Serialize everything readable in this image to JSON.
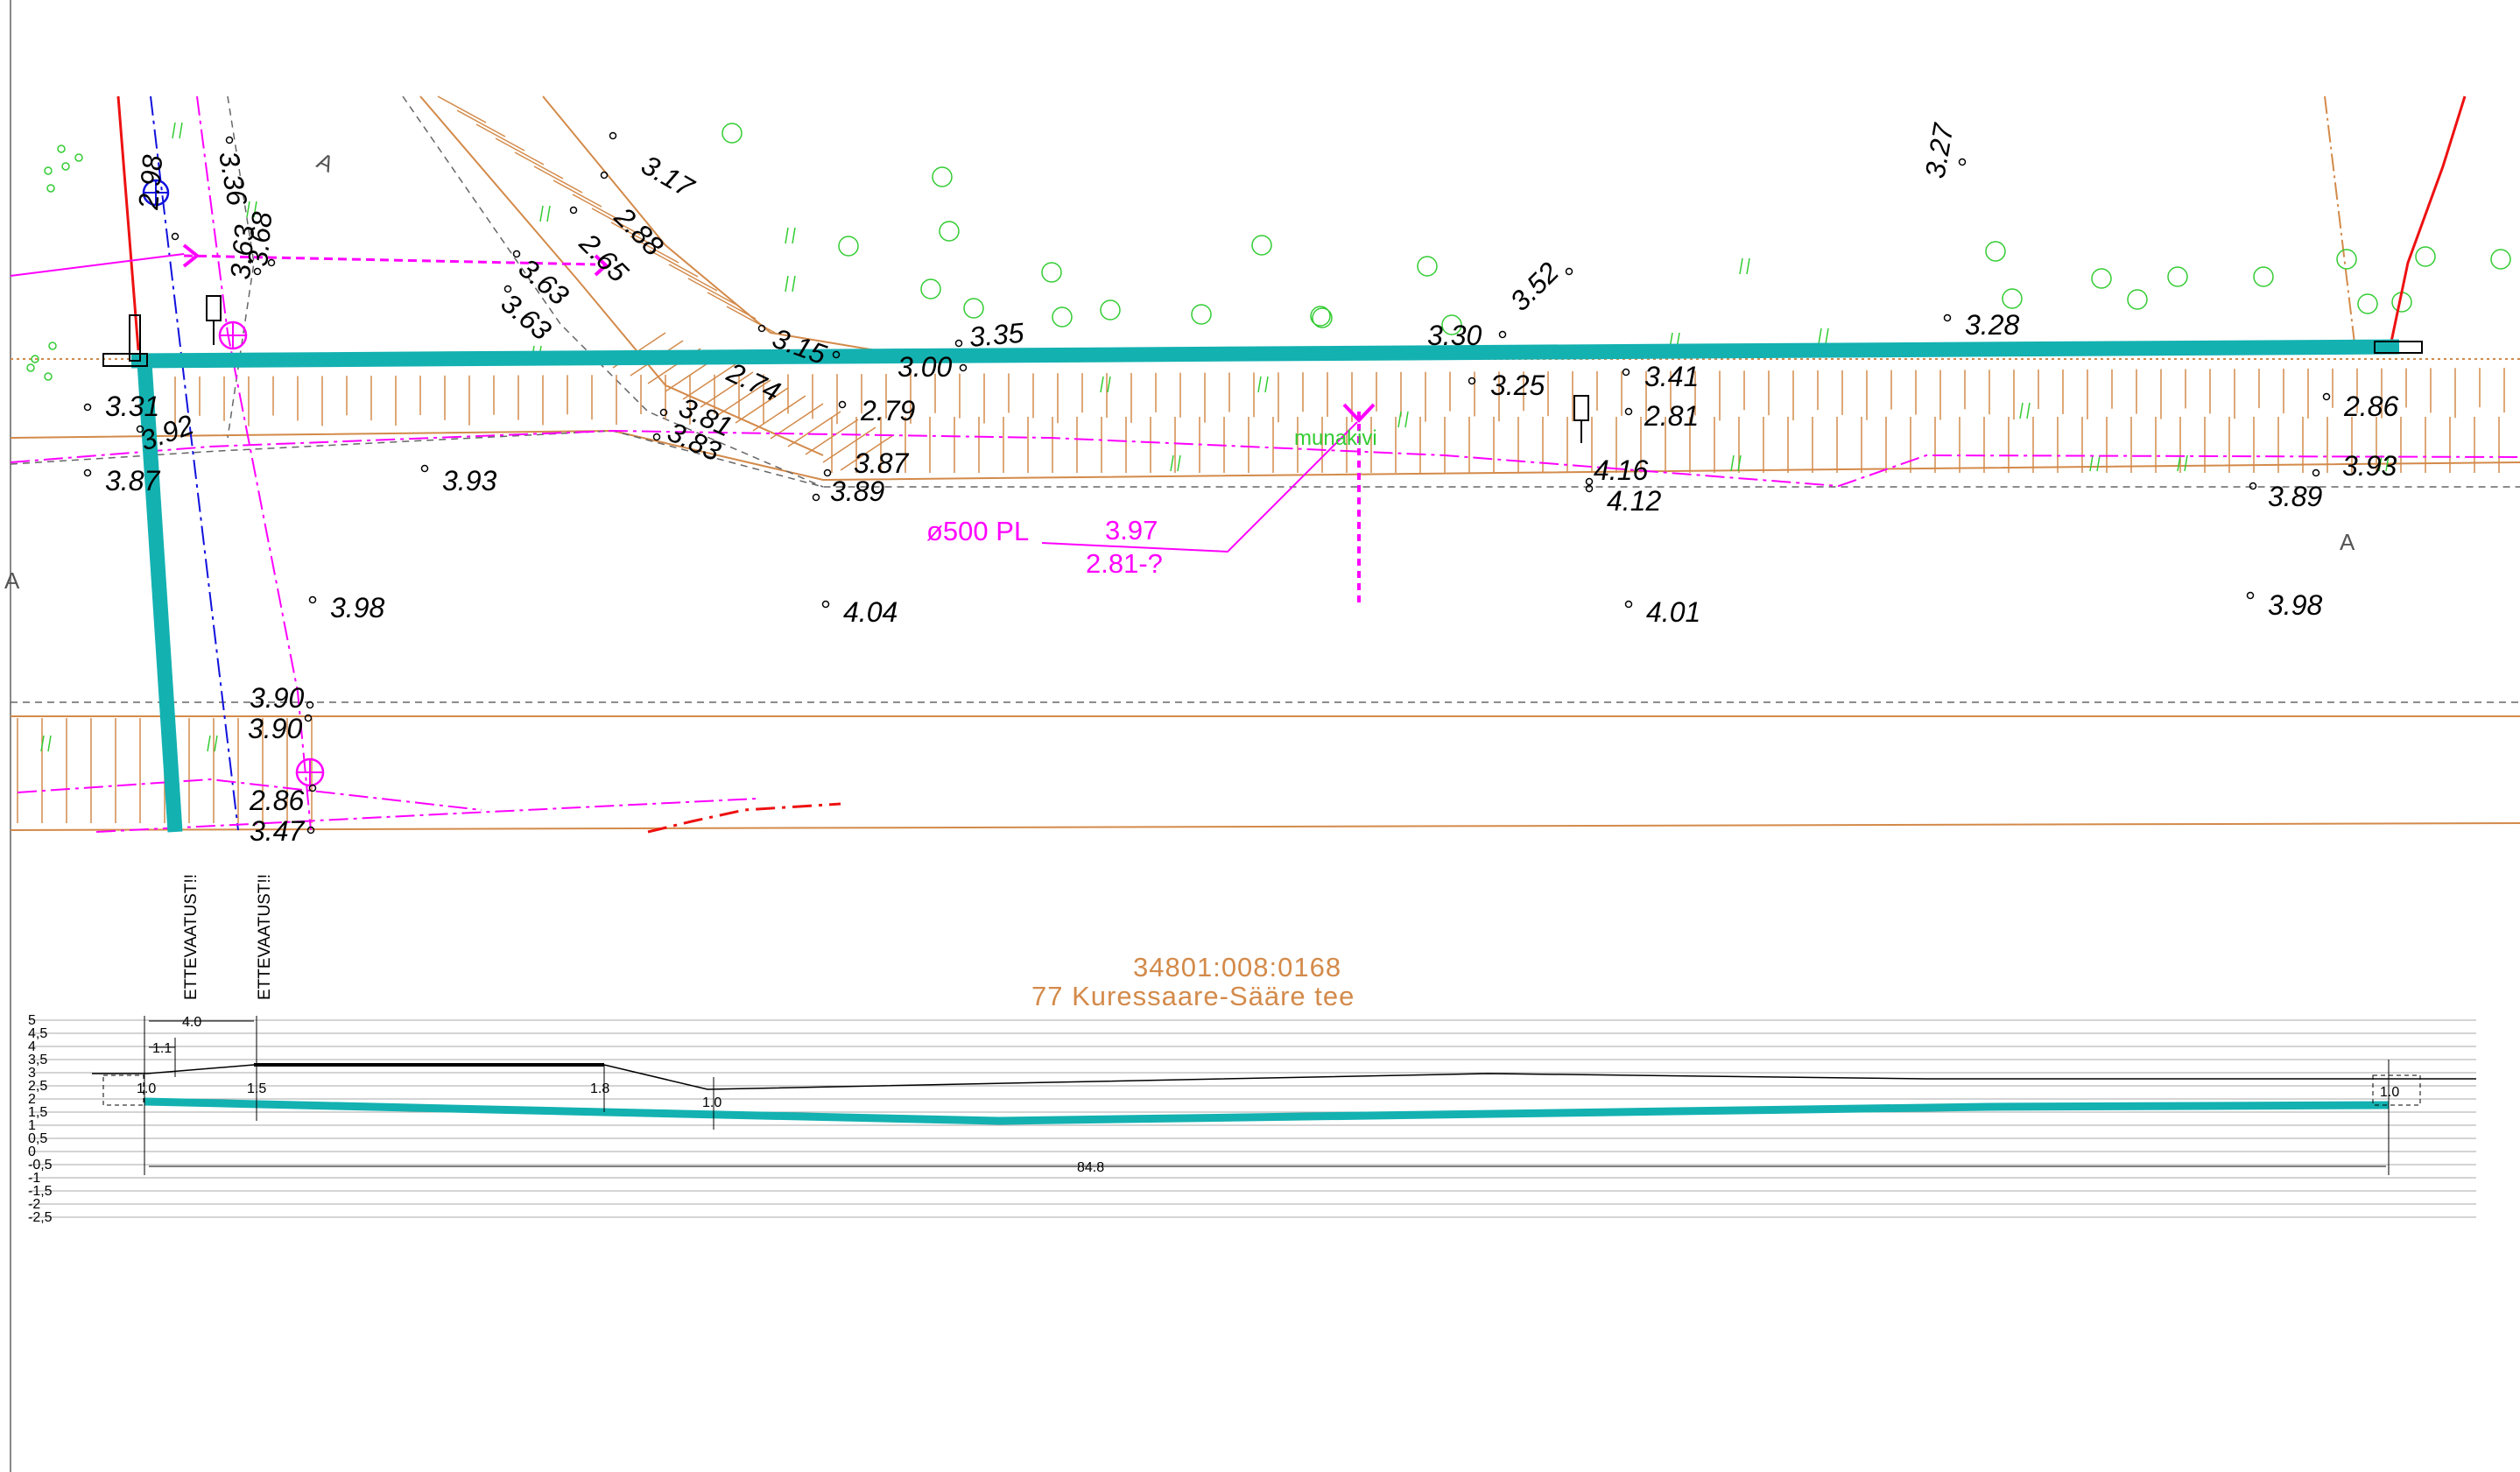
{
  "colors": {
    "pipe": "#14b1b1",
    "magenta": "#ff00ff",
    "orange": "#d38a4a",
    "green": "#33cc33",
    "blue": "#1010dd",
    "red": "#ee1111"
  },
  "parcel_id": "34801:008:0168",
  "road_name": "77 Kuressaare-Sääre tee",
  "warnings": [
    "ETTEVAATUST!!",
    "ETTEVAATUST!!"
  ],
  "section_letter": "A",
  "green_label": "munakivi",
  "pipe_annotation": {
    "diameter": "ø500 PL",
    "top": "3.97",
    "bottom": "2.81-?"
  },
  "elevations": [
    {
      "v": "3.17"
    },
    {
      "v": "2.88"
    },
    {
      "v": "2.65"
    },
    {
      "v": "3.63"
    },
    {
      "v": "3.63"
    },
    {
      "v": "3.36"
    },
    {
      "v": "2.98"
    },
    {
      "v": "3.68"
    },
    {
      "v": "3.63"
    },
    {
      "v": "3.15"
    },
    {
      "v": "3.35"
    },
    {
      "v": "3.00"
    },
    {
      "v": "2.74"
    },
    {
      "v": "3.81"
    },
    {
      "v": "3.83"
    },
    {
      "v": "2.79"
    },
    {
      "v": "3.87"
    },
    {
      "v": "3.89"
    },
    {
      "v": "3.93"
    },
    {
      "v": "3.98"
    },
    {
      "v": "4.04"
    },
    {
      "v": "3.30"
    },
    {
      "v": "3.52"
    },
    {
      "v": "3.25"
    },
    {
      "v": "3.41"
    },
    {
      "v": "2.81"
    },
    {
      "v": "4.16"
    },
    {
      "v": "4.12"
    },
    {
      "v": "4.01"
    },
    {
      "v": "3.27"
    },
    {
      "v": "3.28"
    },
    {
      "v": "2.86"
    },
    {
      "v": "3.93"
    },
    {
      "v": "3.89"
    },
    {
      "v": "3.98"
    },
    {
      "v": "3.90"
    },
    {
      "v": "3.90"
    },
    {
      "v": "2.86"
    },
    {
      "v": "3.47"
    },
    {
      "v": "3.31"
    },
    {
      "v": "3.92"
    },
    {
      "v": "3.87"
    }
  ],
  "profile": {
    "y_ticks": [
      "5",
      "4,5",
      "4",
      "3,5",
      "3",
      "2,5",
      "2",
      "1,5",
      "1",
      "0,5",
      "0",
      "-0,5",
      "-1",
      "-1,5",
      "-2",
      "-2,5"
    ],
    "depth_labels": [
      "1.0",
      "1.5",
      "1.8",
      "1.0",
      "1.0"
    ],
    "dims": {
      "total": "84.8",
      "first": "4.0",
      "small": "1.1"
    }
  }
}
